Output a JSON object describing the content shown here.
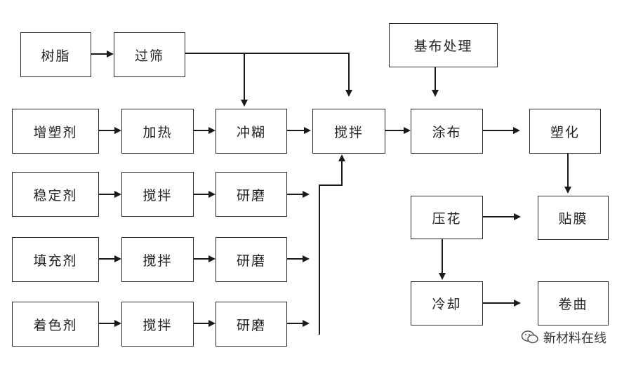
{
  "diagram": {
    "nodes": {
      "resin": "树脂",
      "filter": "过筛",
      "substrate": "基布处理",
      "plasticizer": "增塑剂",
      "heat": "加热",
      "paste": "冲糊",
      "mix_main": "搅拌",
      "coat": "涂布",
      "plasticize": "塑化",
      "stabilizer": "稳定剂",
      "stir1": "搅拌",
      "grind1": "研磨",
      "filler": "填充剂",
      "stir2": "搅拌",
      "grind2": "研磨",
      "colorant": "着色剂",
      "stir3": "搅拌",
      "grind3": "研磨",
      "emboss": "压花",
      "laminate": "贴膜",
      "cool": "冷却",
      "wind": "卷曲"
    },
    "watermark": "新材料在线",
    "colors": {
      "line": "#1a1a1a",
      "border": "#2b2b2b"
    }
  }
}
